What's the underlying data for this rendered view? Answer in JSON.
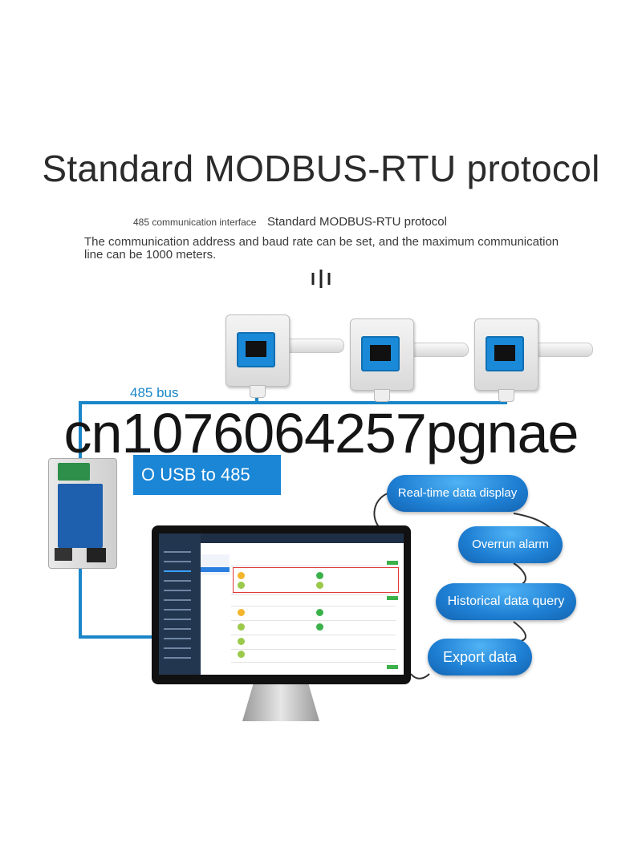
{
  "title": "Standard MODBUS-RTU protocol",
  "subtitle_small": "485 communication interface",
  "subtitle_large": "Standard MODBUS-RTU protocol",
  "description": "The communication address and baud rate can be set, and the maximum communication line can be 1000 meters.",
  "bus_label": "485 bus",
  "watermark": "cn1076064257pgnae",
  "usb_callout": "O USB to 485",
  "features": [
    "Real-time data display",
    "Overrun alarm",
    "Historical data query",
    "Export data"
  ],
  "colors": {
    "accent_blue": "#1b86d6",
    "bus_wire": "#1a86c8",
    "sensor_window": "#1a8ad8"
  }
}
